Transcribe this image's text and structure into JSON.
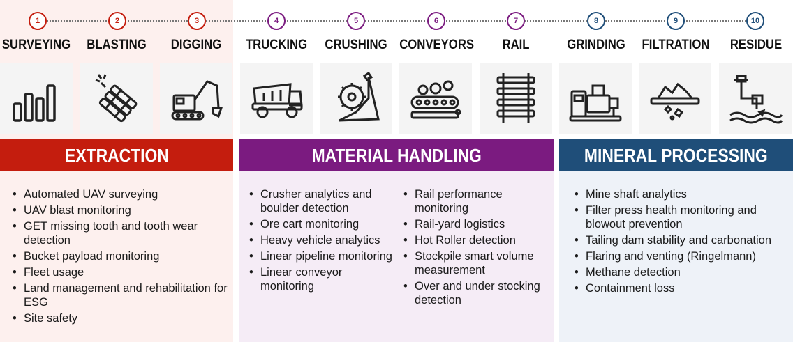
{
  "colors": {
    "extraction": "#c41d0e",
    "material": "#7b1b80",
    "mineral": "#1f4e79"
  },
  "steps": [
    {
      "number": "1",
      "label": "SURVEYING",
      "icon": "bar-chart-icon",
      "group": "extraction"
    },
    {
      "number": "2",
      "label": "BLASTING",
      "icon": "dynamite-icon",
      "group": "extraction"
    },
    {
      "number": "3",
      "label": "DIGGING",
      "icon": "excavator-icon",
      "group": "extraction"
    },
    {
      "number": "4",
      "label": "TRUCKING",
      "icon": "dump-truck-icon",
      "group": "material"
    },
    {
      "number": "5",
      "label": "CRUSHING",
      "icon": "crusher-icon",
      "group": "material"
    },
    {
      "number": "6",
      "label": "CONVEYORS",
      "icon": "conveyor-icon",
      "group": "material"
    },
    {
      "number": "7",
      "label": "RAIL",
      "icon": "rail-track-icon",
      "group": "material"
    },
    {
      "number": "8",
      "label": "GRINDING",
      "icon": "grinding-machine-icon",
      "group": "mineral"
    },
    {
      "number": "9",
      "label": "FILTRATION",
      "icon": "filter-icon",
      "group": "mineral"
    },
    {
      "number": "10",
      "label": "RESIDUE",
      "icon": "pipe-residue-icon",
      "group": "mineral"
    }
  ],
  "sections": {
    "extraction": {
      "title": "EXTRACTION",
      "items": [
        "Automated UAV surveying",
        "UAV blast monitoring",
        "GET missing tooth and tooth wear detection",
        "Bucket payload monitoring",
        "Fleet usage",
        "Land management and rehabilitation for ESG",
        "Site safety"
      ]
    },
    "material": {
      "title": "MATERIAL HANDLING",
      "items_left": [
        "Crusher analytics and boulder detection",
        "Ore cart monitoring",
        "Heavy vehicle analytics",
        "Linear pipeline monitoring",
        "Linear conveyor monitoring"
      ],
      "items_right": [
        "Rail performance monitoring",
        "Rail-yard logistics",
        "Hot Roller detection",
        "Stockpile smart volume measurement",
        "Over and under stocking detection"
      ]
    },
    "mineral": {
      "title": "MINERAL PROCESSING",
      "items": [
        "Mine shaft analytics",
        "Filter press health monitoring and blowout prevention",
        "Tailing dam stability and carbonation",
        "Flaring and venting (Ringelmann)",
        "Methane detection",
        "Containment loss"
      ]
    }
  }
}
